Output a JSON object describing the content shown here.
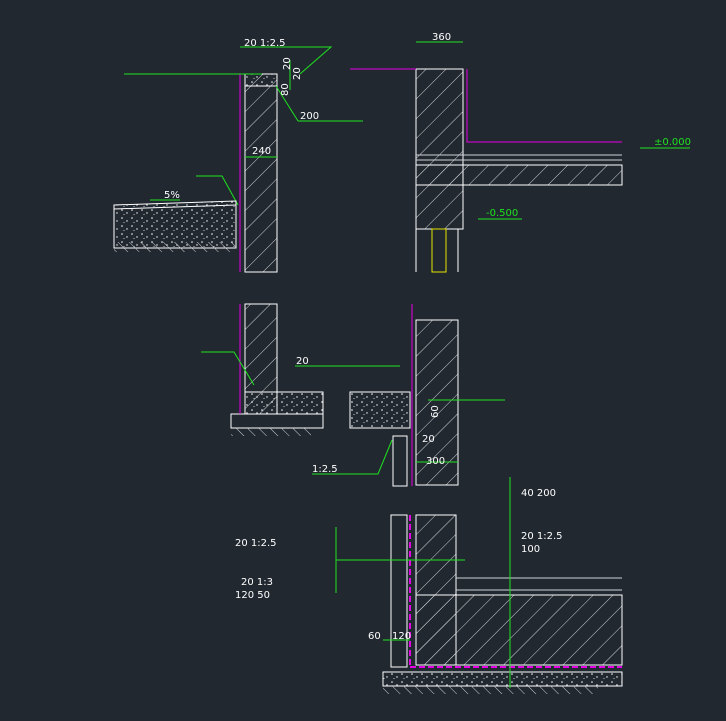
{
  "colors": {
    "background": "#212830",
    "outline": "#ffffff",
    "hatch": "#cfd2d6",
    "magenta": "#e600e6",
    "green": "#1ee31e",
    "yellow": "#e6e600"
  },
  "labels": {
    "top_mortar": "20  1:2.5",
    "dim_20": "20",
    "dim_80": "80",
    "dim_200": "200",
    "dim_240": "240",
    "slope": "5%",
    "dim_360": "360",
    "level_zero": "±0.000",
    "level_minus": "-0.500",
    "mid_20": "20",
    "mid_60": "60",
    "mid_20b": "20",
    "mid_300": "300",
    "mid_ratio": "1:2.5",
    "bot_40_200": "40  200",
    "bot_20_125": "20  1:2.5",
    "bot_100": "100",
    "left_20_125": "20  1:2.5",
    "left_20_13": "20  1:3",
    "left_120_50": "120  50",
    "dim_60": "60",
    "dim_120": "120"
  }
}
